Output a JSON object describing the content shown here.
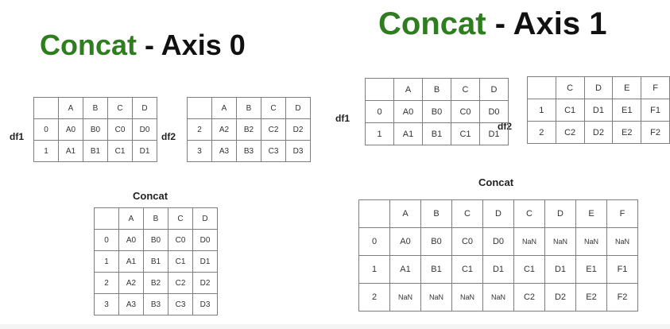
{
  "axis0": {
    "title_green": "Concat",
    "title_dark": " - Axis 0",
    "df1_label": "df1",
    "df2_label": "df2",
    "concat_label": "Concat",
    "df1": {
      "columns": [
        "A",
        "B",
        "C",
        "D"
      ],
      "rows": [
        {
          "index": "0",
          "cells": [
            "A0",
            "B0",
            "C0",
            "D0"
          ]
        },
        {
          "index": "1",
          "cells": [
            "A1",
            "B1",
            "C1",
            "D1"
          ]
        }
      ]
    },
    "df2": {
      "columns": [
        "A",
        "B",
        "C",
        "D"
      ],
      "rows": [
        {
          "index": "2",
          "cells": [
            "A2",
            "B2",
            "C2",
            "D2"
          ]
        },
        {
          "index": "3",
          "cells": [
            "A3",
            "B3",
            "C3",
            "D3"
          ]
        }
      ]
    },
    "result": {
      "columns": [
        "A",
        "B",
        "C",
        "D"
      ],
      "rows": [
        {
          "index": "0",
          "cells": [
            "A0",
            "B0",
            "C0",
            "D0"
          ]
        },
        {
          "index": "1",
          "cells": [
            "A1",
            "B1",
            "C1",
            "D1"
          ]
        },
        {
          "index": "2",
          "cells": [
            "A2",
            "B2",
            "C2",
            "D2"
          ]
        },
        {
          "index": "3",
          "cells": [
            "A3",
            "B3",
            "C3",
            "D3"
          ]
        }
      ]
    }
  },
  "axis1": {
    "title_green": "Concat",
    "title_dark": " - Axis 1",
    "df1_label": "df1",
    "df2_label": "df2",
    "concat_label": "Concat",
    "df1": {
      "columns": [
        "A",
        "B",
        "C",
        "D"
      ],
      "rows": [
        {
          "index": "0",
          "cells": [
            "A0",
            "B0",
            "C0",
            "D0"
          ]
        },
        {
          "index": "1",
          "cells": [
            "A1",
            "B1",
            "C1",
            "D1"
          ]
        }
      ]
    },
    "df2": {
      "columns": [
        "C",
        "D",
        "E",
        "F"
      ],
      "rows": [
        {
          "index": "1",
          "cells": [
            "C1",
            "D1",
            "E1",
            "F1"
          ]
        },
        {
          "index": "2",
          "cells": [
            "C2",
            "D2",
            "E2",
            "F2"
          ]
        }
      ]
    },
    "result": {
      "columns": [
        "A",
        "B",
        "C",
        "D",
        "C",
        "D",
        "E",
        "F"
      ],
      "rows": [
        {
          "index": "0",
          "cells": [
            "A0",
            "B0",
            "C0",
            "D0",
            "NaN",
            "NaN",
            "NaN",
            "NaN"
          ]
        },
        {
          "index": "1",
          "cells": [
            "A1",
            "B1",
            "C1",
            "D1",
            "C1",
            "D1",
            "E1",
            "F1"
          ]
        },
        {
          "index": "2",
          "cells": [
            "NaN",
            "NaN",
            "NaN",
            "NaN",
            "C2",
            "D2",
            "E2",
            "F2"
          ]
        }
      ]
    }
  }
}
